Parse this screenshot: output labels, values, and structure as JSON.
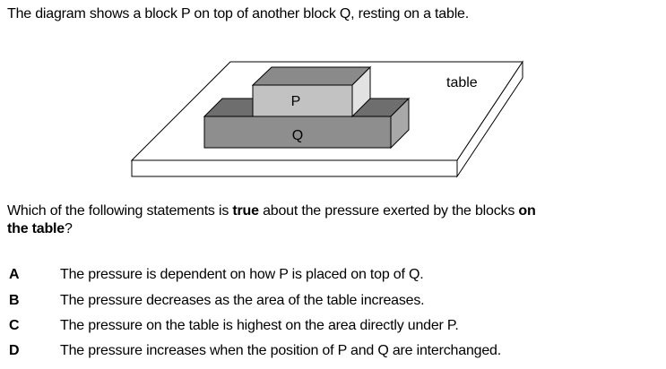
{
  "intro": "The diagram shows a block P on top of another block Q, resting on a table.",
  "diagram": {
    "table_label": "table",
    "block_p_label": "P",
    "block_q_label": "Q"
  },
  "question": {
    "part1": "Which of the following statements is ",
    "bold1": "true",
    "part2": " about the pressure exerted by the blocks ",
    "bold2a": "on",
    "bold2b": "the table",
    "end": "?"
  },
  "options": [
    {
      "letter": "A",
      "text": "The pressure is dependent on how P is placed on top of Q."
    },
    {
      "letter": "B",
      "text": "The pressure decreases as the area of the table increases."
    },
    {
      "letter": "C",
      "text": "The pressure on the table is highest on the area directly under P."
    },
    {
      "letter": "D",
      "text": "The pressure increases when the position of P and Q are interchanged."
    }
  ]
}
